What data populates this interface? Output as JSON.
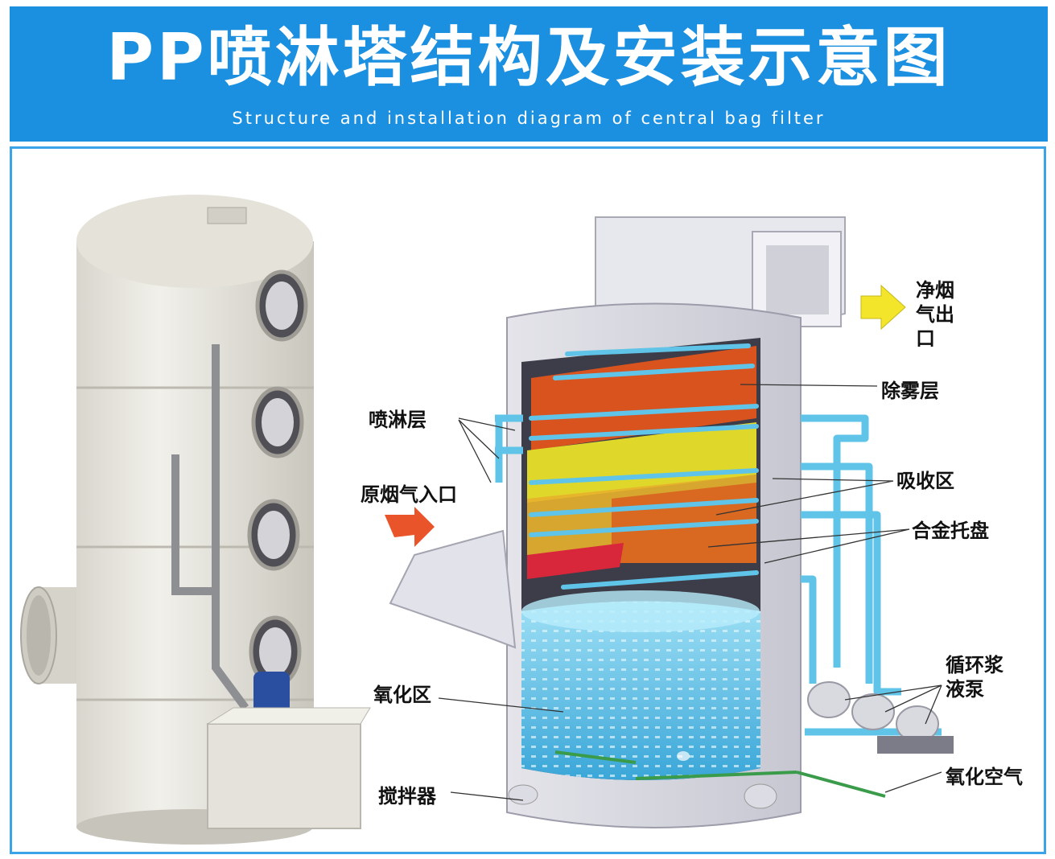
{
  "header": {
    "title": "PP喷淋塔结构及安装示意图",
    "subtitle": "Structure and installation diagram of central bag filter",
    "background_color": "#1b8fe0"
  },
  "frame": {
    "border_color": "#3ba3e8"
  },
  "labels": {
    "clean_gas_outlet": "净烟气出口",
    "clean_gas_outlet_lines": [
      "净烟",
      "气出",
      "口"
    ],
    "demister_layer": "除雾层",
    "spray_layer": "喷淋层",
    "absorption_zone": "吸收区",
    "raw_gas_inlet": "原烟气入口",
    "alloy_tray": "合金托盘",
    "oxidation_zone": "氧化区",
    "circulation_pump": "循环浆液泵",
    "circulation_pump_lines": [
      "循环浆",
      "液泵"
    ],
    "oxidation_air": "氧化空气",
    "agitator": "搅拌器"
  },
  "colors": {
    "tower_body": "#e6e4dc",
    "pipe": "#5fc4e8",
    "liquid": "#4ab8e6",
    "demister": "#d9531e",
    "spray_layer": "#e8e02a",
    "arrow_outlet": "#f3e52a",
    "arrow_inlet": "#e9542b",
    "air_pipe": "#3a9c4a"
  }
}
